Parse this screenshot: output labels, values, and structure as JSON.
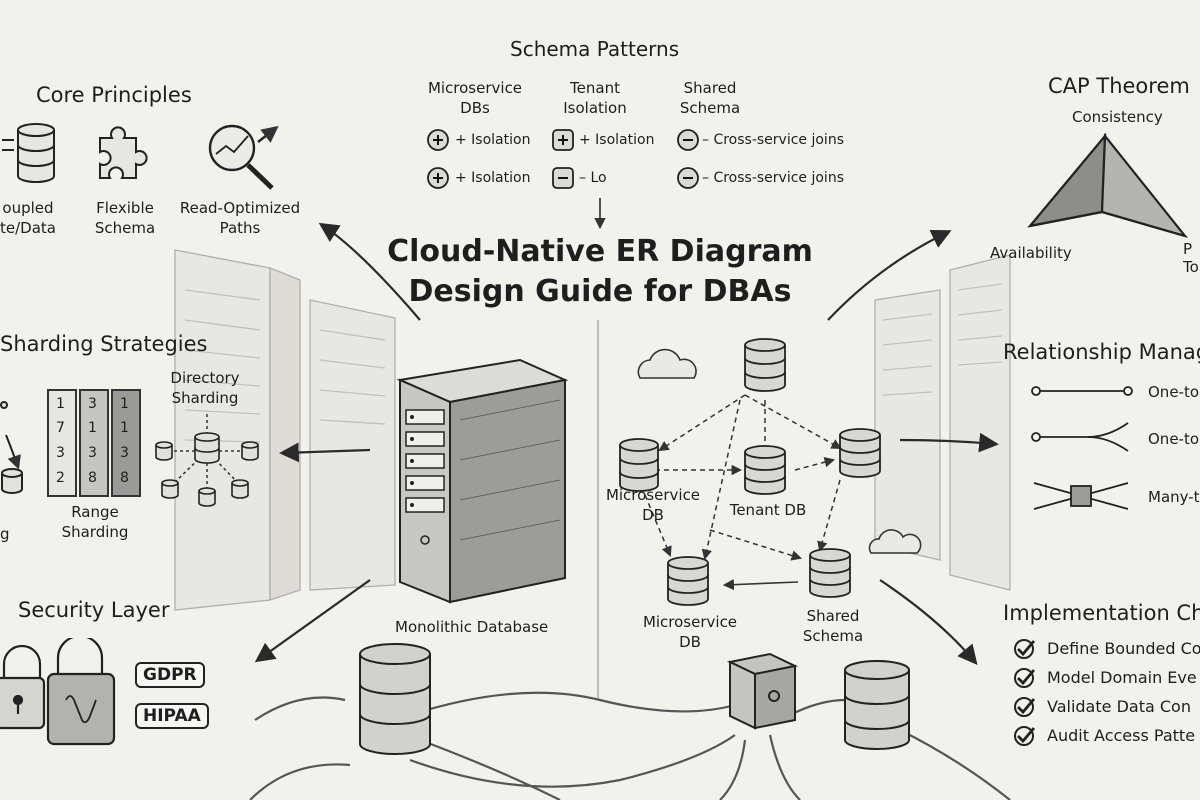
{
  "title": {
    "line1": "Cloud-Native ER Diagram",
    "line2": "Design Guide for DBAs"
  },
  "core_principles": {
    "heading": "Core Principles",
    "items": [
      {
        "line1": "oupled",
        "line2": "te/Data",
        "icon": "database-icon"
      },
      {
        "line1": "Flexible",
        "line2": "Schema",
        "icon": "puzzle-icon"
      },
      {
        "line1": "Read-Optimized",
        "line2": "Paths",
        "icon": "magnifier-chart-icon"
      }
    ]
  },
  "schema_patterns": {
    "heading": "Schema Patterns",
    "columns": [
      {
        "line1": "Microservice",
        "line2": "DBs"
      },
      {
        "line1": "Tenant",
        "line2": "Isolation"
      },
      {
        "line1": "Shared",
        "line2": "Schema"
      }
    ],
    "rows": [
      [
        "+ Isolation",
        "+ Isolation",
        "– Cross-service joins"
      ],
      [
        "+ Isolation",
        "– Lo",
        "– Cross-service joins"
      ]
    ]
  },
  "cap": {
    "heading": "CAP Theorem",
    "consistency": "Consistency",
    "availability": "Availability",
    "partition_line1": "P",
    "partition_line2": "To"
  },
  "sharding": {
    "heading": "Sharding Strategies",
    "grid": [
      [
        "1",
        "3",
        "1"
      ],
      [
        "7",
        "1",
        "1"
      ],
      [
        "3",
        "3",
        "3"
      ],
      [
        "2",
        "8",
        "8"
      ]
    ],
    "range_line1": "Range",
    "range_line2": "Sharding",
    "directory_line1": "Directory",
    "directory_line2": "Sharding",
    "hash_partial": "g"
  },
  "relationships": {
    "heading": "Relationship Manag",
    "items": [
      "One-to",
      "One-to",
      "Many-t"
    ]
  },
  "network": {
    "monolith": "Monolithic Database",
    "microservice_left_line1": "Microservice",
    "microservice_left_line2": "DB",
    "tenant": "Tenant DB",
    "microservice_bottom_line1": "Microservice",
    "microservice_bottom_line2": "DB",
    "shared_line1": "Shared",
    "shared_line2": "Schema"
  },
  "security": {
    "heading": "Security Layer",
    "badges": [
      "GDPR",
      "HIPAA"
    ]
  },
  "checklist": {
    "heading": "Implementation Ch",
    "items": [
      "Define Bounded Co",
      "Model Domain Eve",
      "Validate Data Con",
      "Audit Access Patte"
    ]
  }
}
